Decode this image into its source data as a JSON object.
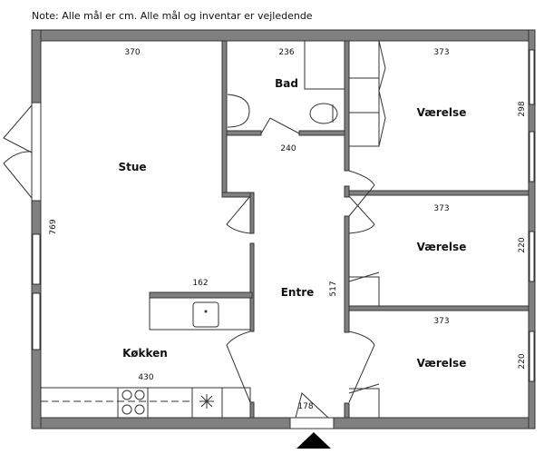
{
  "note": "Note: Alle mål er cm. Alle mål og inventar er vejledende",
  "rooms": {
    "stue": "Stue",
    "bad": "Bad",
    "vaerelse1": "Værelse",
    "vaerelse2": "Værelse",
    "vaerelse3": "Værelse",
    "entre": "Entre",
    "kokken": "Køkken"
  },
  "dimensions": {
    "stue_width": "370",
    "bad_width": "236",
    "vaerelse1_width": "373",
    "vaerelse1_depth": "298",
    "corridor_width": "240",
    "stue_depth": "769",
    "vaerelse2_width": "373",
    "vaerelse2_depth": "220",
    "island_width": "162",
    "entre_depth": "517",
    "vaerelse3_width": "373",
    "vaerelse3_depth": "220",
    "kitchen_width": "430",
    "entrance_width": "178"
  },
  "colors": {
    "wall": "#808080"
  }
}
